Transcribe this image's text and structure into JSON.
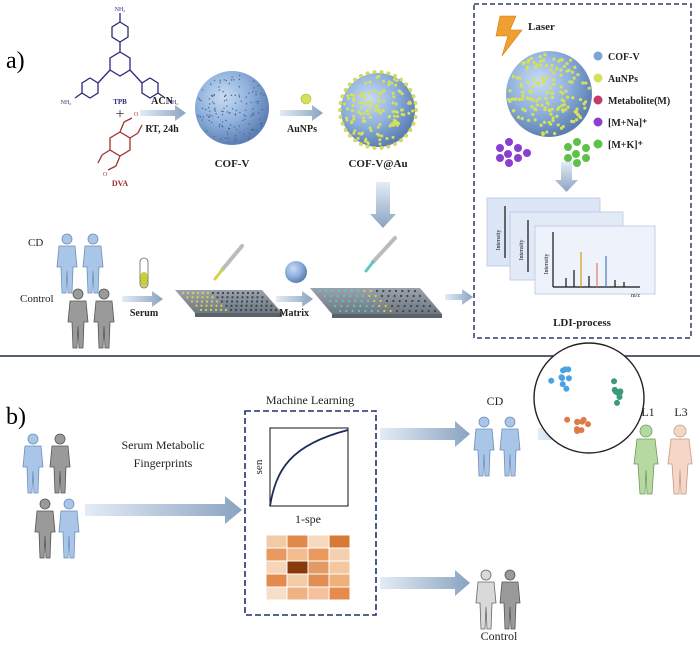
{
  "panel_a": {
    "label": "a)",
    "molecules": {
      "tpb": "TPB",
      "plus": "+",
      "dva": "DVA",
      "nh2": "NH₂",
      "o": "O"
    },
    "step1": {
      "top": "ACN",
      "bottom": "RT, 24h"
    },
    "cofv": "COF-V",
    "step2": "AuNPs",
    "cofv_au": "COF-V@Au",
    "groups": {
      "cd": "CD",
      "control": "Control"
    },
    "steps": {
      "serum": "Serum",
      "matrix": "Matrix"
    },
    "ldi": {
      "laser": "Laser",
      "legend": [
        {
          "text": "COF-V",
          "color": "#7da2d6"
        },
        {
          "text": "AuNPs",
          "color": "#d6e05a"
        },
        {
          "text": "Metabolite(M)",
          "color": "#c23b6a"
        },
        {
          "text": "[M+Na]⁺",
          "color": "#8a3fd0"
        },
        {
          "text": "[M+K]⁺",
          "color": "#5cc24a"
        }
      ],
      "intensity": "Intensity",
      "mz": "m/z",
      "process": "LDI-process"
    }
  },
  "panel_b": {
    "label": "b)",
    "fingerprint_top": "Serum Metabolic",
    "fingerprint_bottom": "Fingerprints",
    "ml_title": "Machine Learning",
    "roc_x": "1-spe",
    "roc_y": "sen",
    "cd": "CD",
    "control": "Control",
    "l1": "L1",
    "l3": "L3"
  }
}
